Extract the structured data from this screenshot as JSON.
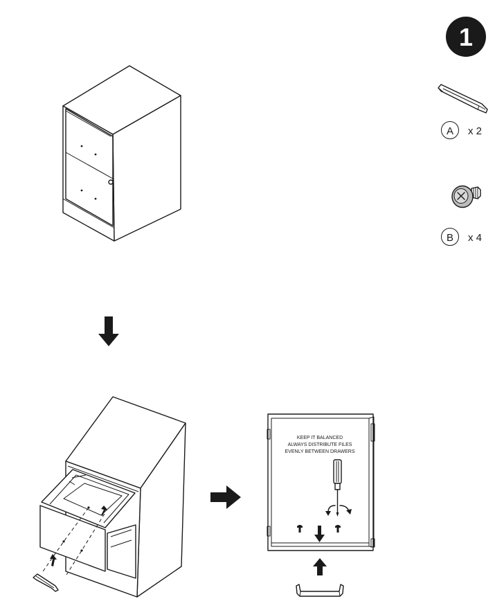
{
  "step": {
    "number": "1"
  },
  "parts": [
    {
      "letter": "A",
      "quantity": "x 2",
      "icon": "handle-icon"
    },
    {
      "letter": "B",
      "quantity": "x 4",
      "icon": "screw-icon"
    }
  ],
  "label_panel": {
    "lines": [
      "KEEP IT BALANCED",
      "ALWAYS DISTRIBUTE FILES",
      "EVENLY BETWEEN DRAWERS"
    ]
  },
  "arrows": [
    "arrow-down-icon",
    "arrow-right-icon",
    "arrow-up-icon"
  ],
  "tool": "screwdriver-icon"
}
